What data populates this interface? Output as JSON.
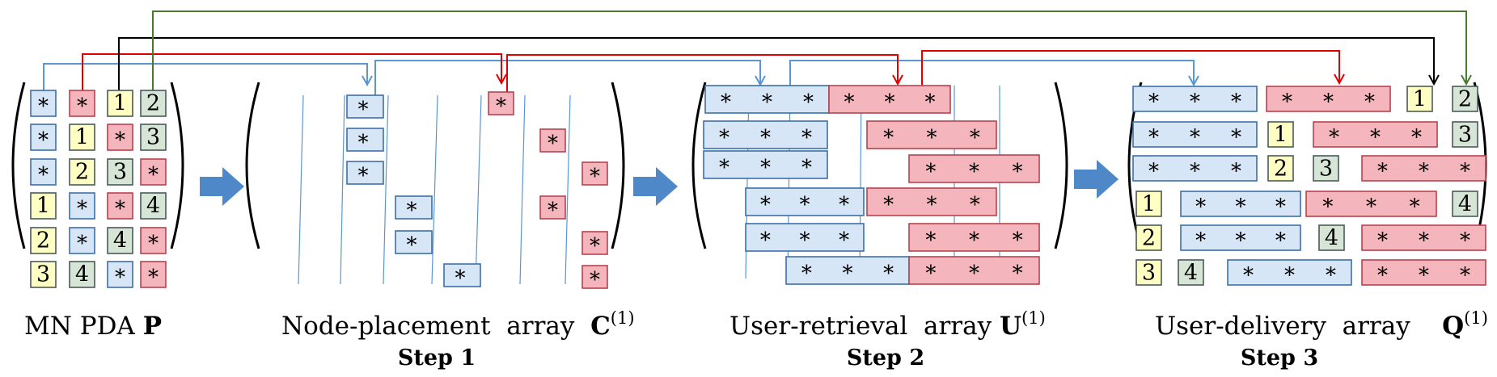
{
  "colors": {
    "blue_fill": "#d7e6f6",
    "blue_stroke": "#3e6fa8",
    "pink_fill": "#f5b5bd",
    "pink_stroke": "#b8424f",
    "yellow_fill": "#ffffc4",
    "green_fill": "#d7e5d7",
    "gray_stroke": "#4a5a5a",
    "arrow_fill": "#4f88c8",
    "line_blue": "#5a96d6",
    "line_red": "#e00000",
    "line_black": "#000000",
    "line_green": "#4b7a2e"
  },
  "star": "*",
  "labels": {
    "p": {
      "text": "MN PDA ",
      "symbol": "P"
    },
    "c": {
      "text": "Node-placement  array  ",
      "symbol": "C",
      "sup": "(1)",
      "step": "Step 1"
    },
    "u": {
      "text": "User-retrieval  array ",
      "symbol": "U",
      "sup": "(1)",
      "step": "Step 2"
    },
    "q": {
      "text": "User-delivery  array    ",
      "symbol": "Q",
      "sup": "(1)",
      "step": "Step 3"
    }
  },
  "matrix_p": [
    [
      "*",
      "*",
      "1",
      "2"
    ],
    [
      "*",
      "1",
      "*",
      "3"
    ],
    [
      "*",
      "2",
      "3",
      "*"
    ],
    [
      "1",
      "*",
      "*",
      "4"
    ],
    [
      "2",
      "*",
      "4",
      "*"
    ],
    [
      "3",
      "4",
      "*",
      "*"
    ]
  ],
  "matrix_p_colors": [
    [
      "blue",
      "pink",
      "yellow",
      "green"
    ],
    [
      "blue",
      "yellow",
      "pink",
      "green"
    ],
    [
      "blue",
      "yellow",
      "green",
      "pink"
    ],
    [
      "yellow",
      "blue",
      "pink",
      "green"
    ],
    [
      "yellow",
      "blue",
      "green",
      "pink"
    ],
    [
      "yellow",
      "green",
      "blue",
      "pink"
    ]
  ],
  "q_numbers": [
    [
      "1",
      "2"
    ],
    [
      "1",
      "3"
    ],
    [
      "2",
      "3"
    ],
    [
      "1",
      "4"
    ],
    [
      "2",
      "4"
    ],
    [
      "3",
      "4"
    ]
  ]
}
